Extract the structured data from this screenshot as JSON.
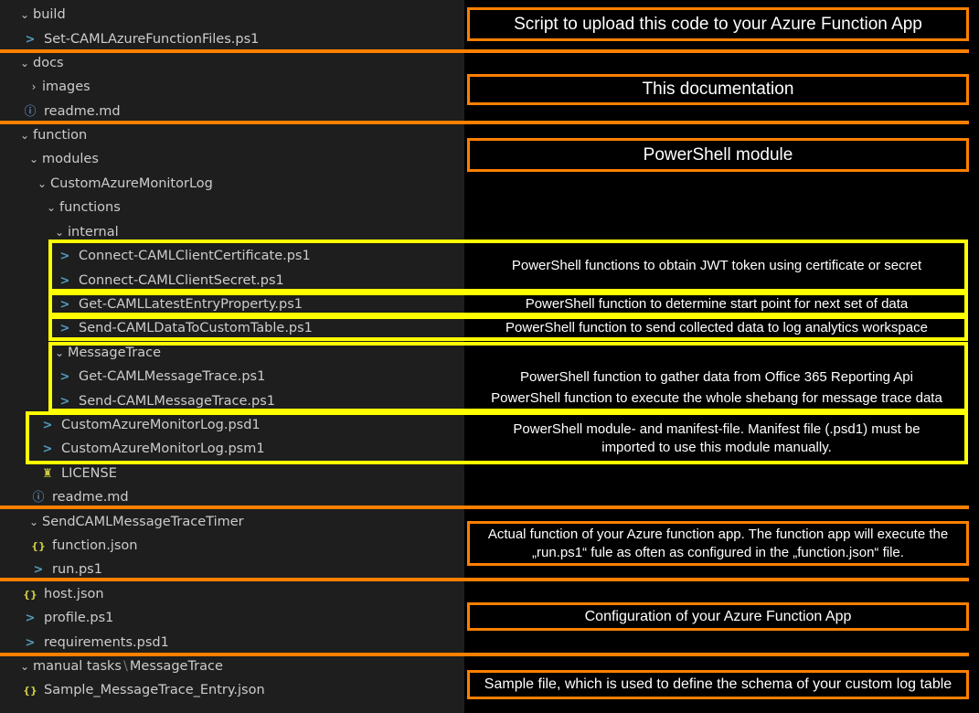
{
  "tree": {
    "build": "build",
    "set_files": "Set-CAMLAzureFunctionFiles.ps1",
    "docs": "docs",
    "images": "images",
    "readme_docs": "readme.md",
    "function": "function",
    "modules": "modules",
    "custom_log": "CustomAzureMonitorLog",
    "functions": "functions",
    "internal": "internal",
    "connect_cert": "Connect-CAMLClientCertificate.ps1",
    "connect_secret": "Connect-CAMLClientSecret.ps1",
    "get_latest": "Get-CAMLLatestEntryProperty.ps1",
    "send_data": "Send-CAMLDataToCustomTable.ps1",
    "message_trace": "MessageTrace",
    "get_trace": "Get-CAMLMessageTrace.ps1",
    "send_trace": "Send-CAMLMessageTrace.ps1",
    "psd1": "CustomAzureMonitorLog.psd1",
    "psm1": "CustomAzureMonitorLog.psm1",
    "license": "LICENSE",
    "readme_module": "readme.md",
    "timer": "SendCAMLMessageTraceTimer",
    "function_json": "function.json",
    "run": "run.ps1",
    "host": "host.json",
    "profile": "profile.ps1",
    "requirements": "requirements.psd1",
    "manual_tasks": "manual tasks",
    "manual_trace": "MessageTrace",
    "sample": "Sample_MessageTrace_Entry.json"
  },
  "annotations": {
    "build": "Script to upload this code to your Azure Function App",
    "docs": "This documentation",
    "module": "PowerShell module",
    "connect": "PowerShell functions to obtain JWT token using certificate or secret",
    "latest": "PowerShell function to determine start point for next set of data",
    "send": "PowerShell function to send collected data to log analytics workspace",
    "gather": "PowerShell function to gather data from Office 365 Reporting Api",
    "shebang": "PowerShell function to execute the whole shebang for message trace data",
    "manifest_1": "PowerShell module- and manifest-file. Manifest file (.psd1) must be",
    "manifest_2": "imported to use this module manually.",
    "timer_1": "Actual function of your Azure function app. The function app will execute the",
    "timer_2": "„run.ps1“ fule as often as configured in the „function.json“ file.",
    "config": "Configuration of your Azure Function App",
    "sample": "Sample file, which is used to define the schema of your custom log table"
  },
  "colors": {
    "separator": "#ff8000",
    "group_box": "#ffff00",
    "powershell_icon": "#519aba",
    "json_icon": "#cbcb41",
    "info_icon": "#75beff"
  }
}
